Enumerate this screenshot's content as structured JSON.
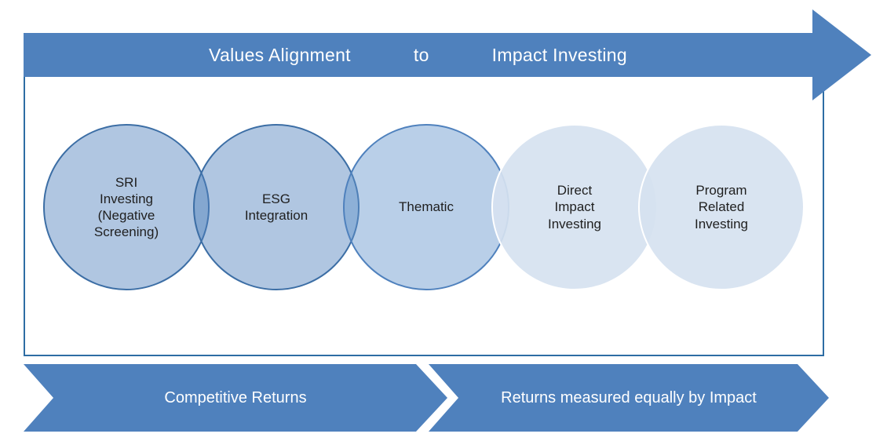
{
  "colors": {
    "accent_blue": "#4f81bd",
    "box_border_blue": "#2e6da4",
    "dark_circle_border": "#3c6ea5",
    "light_circle_fill": "#dce6f1",
    "text_dark": "#1f1f1f",
    "text_white": "#ffffff"
  },
  "top_arrow": {
    "left": "Values Alignment",
    "mid": "to",
    "right": "Impact Investing"
  },
  "circles": [
    {
      "label": "SRI Investing (Negative Screening)"
    },
    {
      "label": "ESG Integration"
    },
    {
      "label": "Thematic"
    },
    {
      "label": "Direct Impact Investing"
    },
    {
      "label": "Program Related Investing"
    }
  ],
  "bottom_arrows": [
    {
      "label": "Competitive Returns"
    },
    {
      "label": "Returns measured equally by Impact"
    }
  ]
}
